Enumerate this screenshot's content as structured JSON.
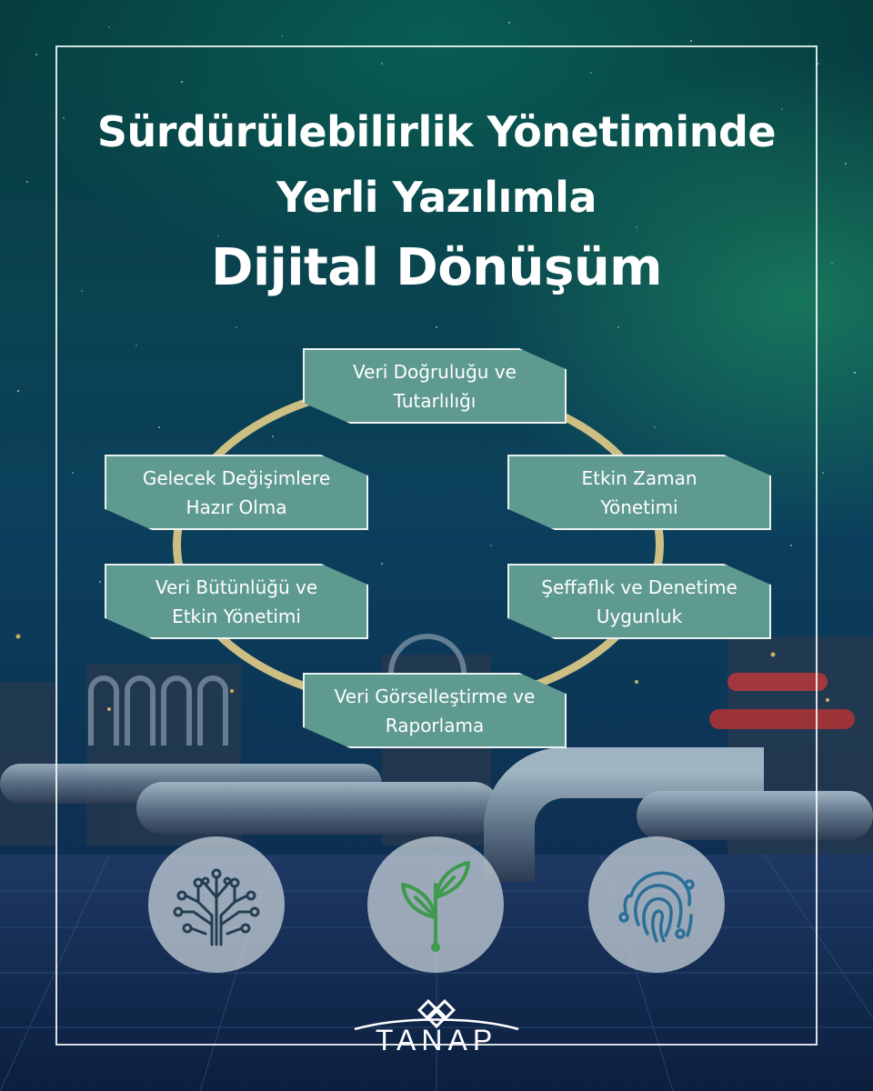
{
  "title": {
    "line1": "Sürdürülebilirlik Yönetiminde",
    "line2": "Yerli Yazılımla",
    "line3": "Dijital Dönüşüm"
  },
  "cycle": {
    "items": [
      {
        "line1": "Veri Doğruluğu ve",
        "line2": "Tutarlılığı"
      },
      {
        "line1": "Etkin Zaman",
        "line2": "Yönetimi"
      },
      {
        "line1": "Şeffaflık ve Denetime",
        "line2": "Uygunluk"
      },
      {
        "line1": "Veri Görselleştirme ve",
        "line2": "Raporlama"
      },
      {
        "line1": "Veri Bütünlüğü ve",
        "line2": "Etkin Yönetimi"
      },
      {
        "line1": "Gelecek Değişimlere",
        "line2": "Hazır Olma"
      }
    ]
  },
  "icons": [
    "circuit-tree-icon",
    "plant-sprout-icon",
    "fingerprint-icon"
  ],
  "logo": {
    "name": "TANAP"
  },
  "colors": {
    "box_fill": "#5f9a91",
    "ring": "#cdbf84",
    "sprout": "#3e9a4d",
    "icon_dark": "#243e52",
    "fingerprint": "#2a6f96"
  }
}
